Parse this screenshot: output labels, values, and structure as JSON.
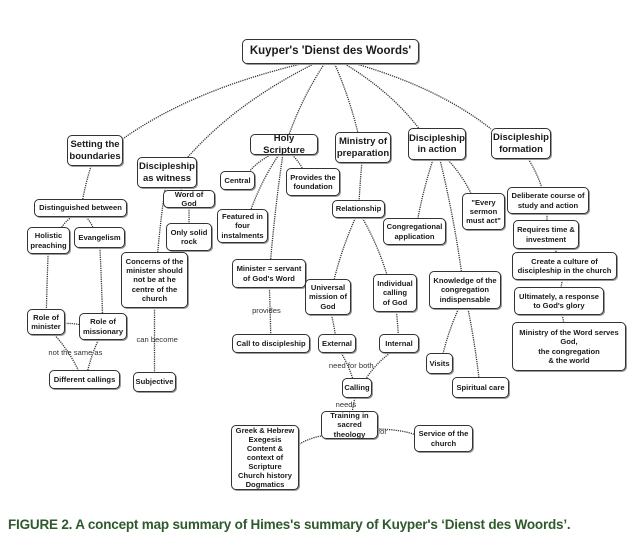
{
  "title": "Kuyper's 'Dienst des Woords'",
  "caption": "FIGURE 2. A concept map summary of Himes's summary of Kuyper's ‘Dienst des Woords’.",
  "colors": {
    "caption": "#2f5a2c",
    "node_border": "#333333",
    "edge": "#333333"
  },
  "nodes": [
    {
      "id": "root",
      "label": "Kuyper's 'Dienst des Woords'"
    },
    {
      "id": "boundaries",
      "label": "Setting the\nboundaries"
    },
    {
      "id": "witness",
      "label": "Discipleship\nas witness"
    },
    {
      "id": "scripture",
      "label": "Holy Scripture"
    },
    {
      "id": "prep",
      "label": "Ministry of\npreparation"
    },
    {
      "id": "action",
      "label": "Discipleship\nin action"
    },
    {
      "id": "formation",
      "label": "Discipleship\nformation"
    },
    {
      "id": "distinguished",
      "label": "Distinguished between"
    },
    {
      "id": "holistic",
      "label": "Holistic\npreaching"
    },
    {
      "id": "evangelism",
      "label": "Evangelism"
    },
    {
      "id": "roleminister",
      "label": "Role of\nminister"
    },
    {
      "id": "rolemissionary",
      "label": "Role of\nmissionary"
    },
    {
      "id": "callings",
      "label": "Different callings"
    },
    {
      "id": "wordofgod",
      "label": "Word of God"
    },
    {
      "id": "rock",
      "label": "Only solid\nrock"
    },
    {
      "id": "concerns",
      "label": "Concerns of the\nminister should\nnot be at he\ncentre of the\nchurch"
    },
    {
      "id": "subjective",
      "label": "Subjective"
    },
    {
      "id": "central",
      "label": "Central"
    },
    {
      "id": "foundation",
      "label": "Provides the\nfoundation"
    },
    {
      "id": "featured",
      "label": "Featured in\nfour\ninstalments"
    },
    {
      "id": "servant",
      "label": "Minister = servant\nof God's Word"
    },
    {
      "id": "calldisc",
      "label": "Call to discipleship"
    },
    {
      "id": "relationship",
      "label": "Relationship"
    },
    {
      "id": "universal",
      "label": "Universal\nmission of\nGod"
    },
    {
      "id": "individual",
      "label": "Individual\ncalling\nof God"
    },
    {
      "id": "external",
      "label": "External"
    },
    {
      "id": "internal",
      "label": "Internal"
    },
    {
      "id": "calling",
      "label": "Calling"
    },
    {
      "id": "training",
      "label": "Training in\nsacred theology"
    },
    {
      "id": "subjects",
      "label": "Greek & Hebrew\nExegesis\nContent &\ncontext of Scripture\nChurch history\nDogmatics"
    },
    {
      "id": "service",
      "label": "Service of the\nchurch"
    },
    {
      "id": "congapp",
      "label": "Congregational\napplication"
    },
    {
      "id": "sermon",
      "label": "\"Every\nsermon\nmust act\""
    },
    {
      "id": "knowledge",
      "label": "Knowledge of the\ncongregation\nindispensable"
    },
    {
      "id": "visits",
      "label": "Visits"
    },
    {
      "id": "spiritual",
      "label": "Spiritual care"
    },
    {
      "id": "deliberate",
      "label": "Deliberate course of\nstudy and action"
    },
    {
      "id": "requires",
      "label": "Requires time &\ninvestment"
    },
    {
      "id": "culture",
      "label": "Create a culture of\ndiscipleship in the church"
    },
    {
      "id": "ultimately",
      "label": "Ultimately, a response\nto God's glory"
    },
    {
      "id": "ministryword",
      "label": "Ministry of the Word serves\nGod,\nthe congregation\n& the world"
    }
  ],
  "edges": [
    {
      "from": "root",
      "to": "boundaries",
      "label": ""
    },
    {
      "from": "root",
      "to": "witness",
      "label": ""
    },
    {
      "from": "root",
      "to": "scripture",
      "label": ""
    },
    {
      "from": "root",
      "to": "prep",
      "label": ""
    },
    {
      "from": "root",
      "to": "action",
      "label": ""
    },
    {
      "from": "root",
      "to": "formation",
      "label": ""
    },
    {
      "from": "boundaries",
      "to": "distinguished",
      "label": ""
    },
    {
      "from": "distinguished",
      "to": "holistic",
      "label": ""
    },
    {
      "from": "distinguished",
      "to": "evangelism",
      "label": ""
    },
    {
      "from": "holistic",
      "to": "roleminister",
      "label": ""
    },
    {
      "from": "evangelism",
      "to": "rolemissionary",
      "label": ""
    },
    {
      "from": "roleminister",
      "to": "rolemissionary",
      "label": ""
    },
    {
      "from": "roleminister",
      "to": "callings",
      "label": "not the same as"
    },
    {
      "from": "rolemissionary",
      "to": "callings",
      "label": ""
    },
    {
      "from": "witness",
      "to": "wordofgod",
      "label": ""
    },
    {
      "from": "wordofgod",
      "to": "rock",
      "label": ""
    },
    {
      "from": "witness",
      "to": "concerns",
      "label": ""
    },
    {
      "from": "concerns",
      "to": "subjective",
      "label": "can become"
    },
    {
      "from": "scripture",
      "to": "central",
      "label": ""
    },
    {
      "from": "scripture",
      "to": "foundation",
      "label": ""
    },
    {
      "from": "scripture",
      "to": "featured",
      "label": ""
    },
    {
      "from": "scripture",
      "to": "servant",
      "label": ""
    },
    {
      "from": "servant",
      "to": "calldisc",
      "label": "provides"
    },
    {
      "from": "prep",
      "to": "relationship",
      "label": ""
    },
    {
      "from": "relationship",
      "to": "universal",
      "label": ""
    },
    {
      "from": "relationship",
      "to": "individual",
      "label": ""
    },
    {
      "from": "universal",
      "to": "external",
      "label": ""
    },
    {
      "from": "individual",
      "to": "internal",
      "label": ""
    },
    {
      "from": "external",
      "to": "calling",
      "label": "need for both"
    },
    {
      "from": "internal",
      "to": "calling",
      "label": ""
    },
    {
      "from": "calling",
      "to": "training",
      "label": "needs"
    },
    {
      "from": "training",
      "to": "subjects",
      "label": "in"
    },
    {
      "from": "training",
      "to": "service",
      "label": "for"
    },
    {
      "from": "action",
      "to": "congapp",
      "label": ""
    },
    {
      "from": "action",
      "to": "sermon",
      "label": ""
    },
    {
      "from": "action",
      "to": "knowledge",
      "label": ""
    },
    {
      "from": "knowledge",
      "to": "visits",
      "label": ""
    },
    {
      "from": "knowledge",
      "to": "spiritual",
      "label": ""
    },
    {
      "from": "formation",
      "to": "deliberate",
      "label": ""
    },
    {
      "from": "deliberate",
      "to": "requires",
      "label": ""
    },
    {
      "from": "requires",
      "to": "culture",
      "label": ""
    },
    {
      "from": "culture",
      "to": "ultimately",
      "label": ""
    },
    {
      "from": "ultimately",
      "to": "ministryword",
      "label": ""
    }
  ]
}
